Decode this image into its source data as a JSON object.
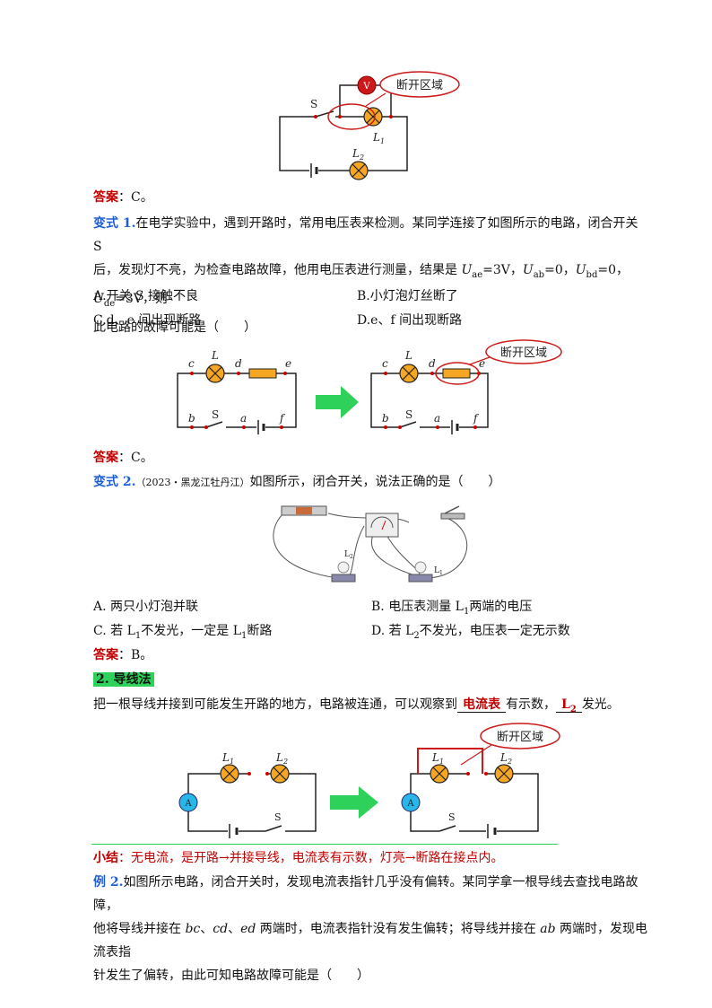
{
  "fig1": {
    "callout": "断开区域",
    "v_label": "V",
    "s_label": "S",
    "l1_label": "L",
    "l1_sub": "1",
    "l2_label": "L",
    "l2_sub": "2"
  },
  "answer_label": "答案",
  "ans1_text": "：C。",
  "var1": {
    "label": "变式 1.",
    "line1": "在电学实验中，遇到开路时，常用电压表来检测。某同学连接了如图所示的电路，闭合开关 S",
    "line2_a": "后，发现灯不亮，为检查电路故障，他用电压表进行测量，结果是 ",
    "u_ae": "U",
    "u_ae_sub": "ae",
    "u_ae_val": "=3V，",
    "u_ab": "U",
    "u_ab_sub": "ab",
    "u_ab_val": "=0，",
    "u_bd": "U",
    "u_bd_sub": "bd",
    "u_bd_val": "=0，",
    "u_de": "U",
    "u_de_sub": "de",
    "u_de_val": "=3V，则",
    "line3": "此电路的故障可能是（　　）",
    "optA": "A.开关 S 接触不良",
    "optB": "B.小灯泡灯丝断了",
    "optC": "C.d、e 间出现断路",
    "optD": "D.e、f 间出现断路"
  },
  "fig2": {
    "callout": "断开区域",
    "c": "c",
    "L": "L",
    "d": "d",
    "e": "e",
    "b": "b",
    "S": "S",
    "a": "a",
    "f": "f"
  },
  "ans2_text": "：C。",
  "var2": {
    "label": "变式 2.",
    "source": "（2023・黑龙江牡丹江）",
    "text": "如图所示，闭合开关，说法正确的是（　　）",
    "optA": "A. 两只小灯泡并联",
    "optB_a": "B. 电压表测量 L",
    "optB_sub": "1",
    "optB_b": "两端的电压",
    "optC_a": "C. 若 L",
    "optC_sub1": "1",
    "optC_b": "不发光，一定是 L",
    "optC_sub2": "1",
    "optC_c": "断路",
    "optD_a": "D. 若 L",
    "optD_sub": "2",
    "optD_b": "不发光，电压表一定无示数"
  },
  "fig3": {
    "l1": "L",
    "l1_sub": "1",
    "l2": "L",
    "l2_sub": "2"
  },
  "ans3_text": "：B。",
  "section2": {
    "tag": "2. 导线法"
  },
  "method": {
    "text_a": "把一根导线并接到可能发生开路的地方，电路被连通，可以观察到",
    "blank1": "电流表",
    "text_b": "有示数，",
    "blank2": "L",
    "blank2_sub": "2",
    "text_c": "发光。"
  },
  "fig4": {
    "callout": "断开区域",
    "A": "A",
    "S": "S",
    "L1": "L",
    "L1_sub": "1",
    "L2": "L",
    "L2_sub": "2"
  },
  "summary": {
    "label": "小结",
    "text_a": "：无电流，是开路",
    "text_b": "→并接导线，电流表有示数，灯亮→断路在接点内。"
  },
  "ex2": {
    "label": "例 2.",
    "line1": "如图所示电路，闭合开关时，发现电流表指针几乎没有偏转。某同学拿一根导线去查找电路故障，",
    "line2_a": "他将导线并接在 ",
    "bc": "bc",
    "sep1": "、",
    "cd": "cd",
    "sep2": "、",
    "ed": "ed",
    "line2_b": " 两端时，电流表指针没有发生偏转；将导线并接在 ",
    "ab": "ab",
    "line2_c": " 两端时，发现电流表指",
    "line3": "针发生了偏转，由此可知电路故障可能是（　　）"
  }
}
